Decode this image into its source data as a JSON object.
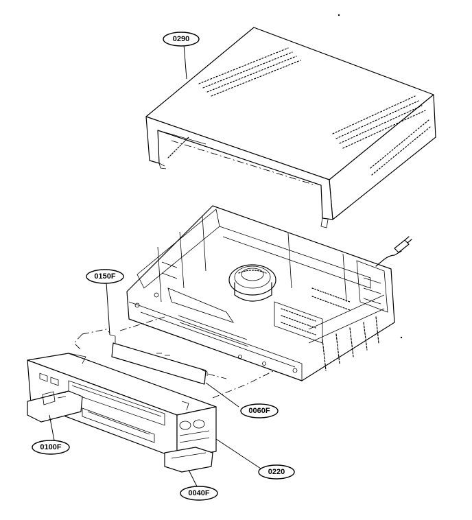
{
  "diagram": {
    "callouts": [
      {
        "id": "0290",
        "text": "0290"
      },
      {
        "id": "0150F",
        "text": "0150F"
      },
      {
        "id": "0060F",
        "text": "0060F"
      },
      {
        "id": "0100F",
        "text": "0100F"
      },
      {
        "id": "0220",
        "text": "0220"
      },
      {
        "id": "0040F",
        "text": "0040F"
      }
    ]
  }
}
